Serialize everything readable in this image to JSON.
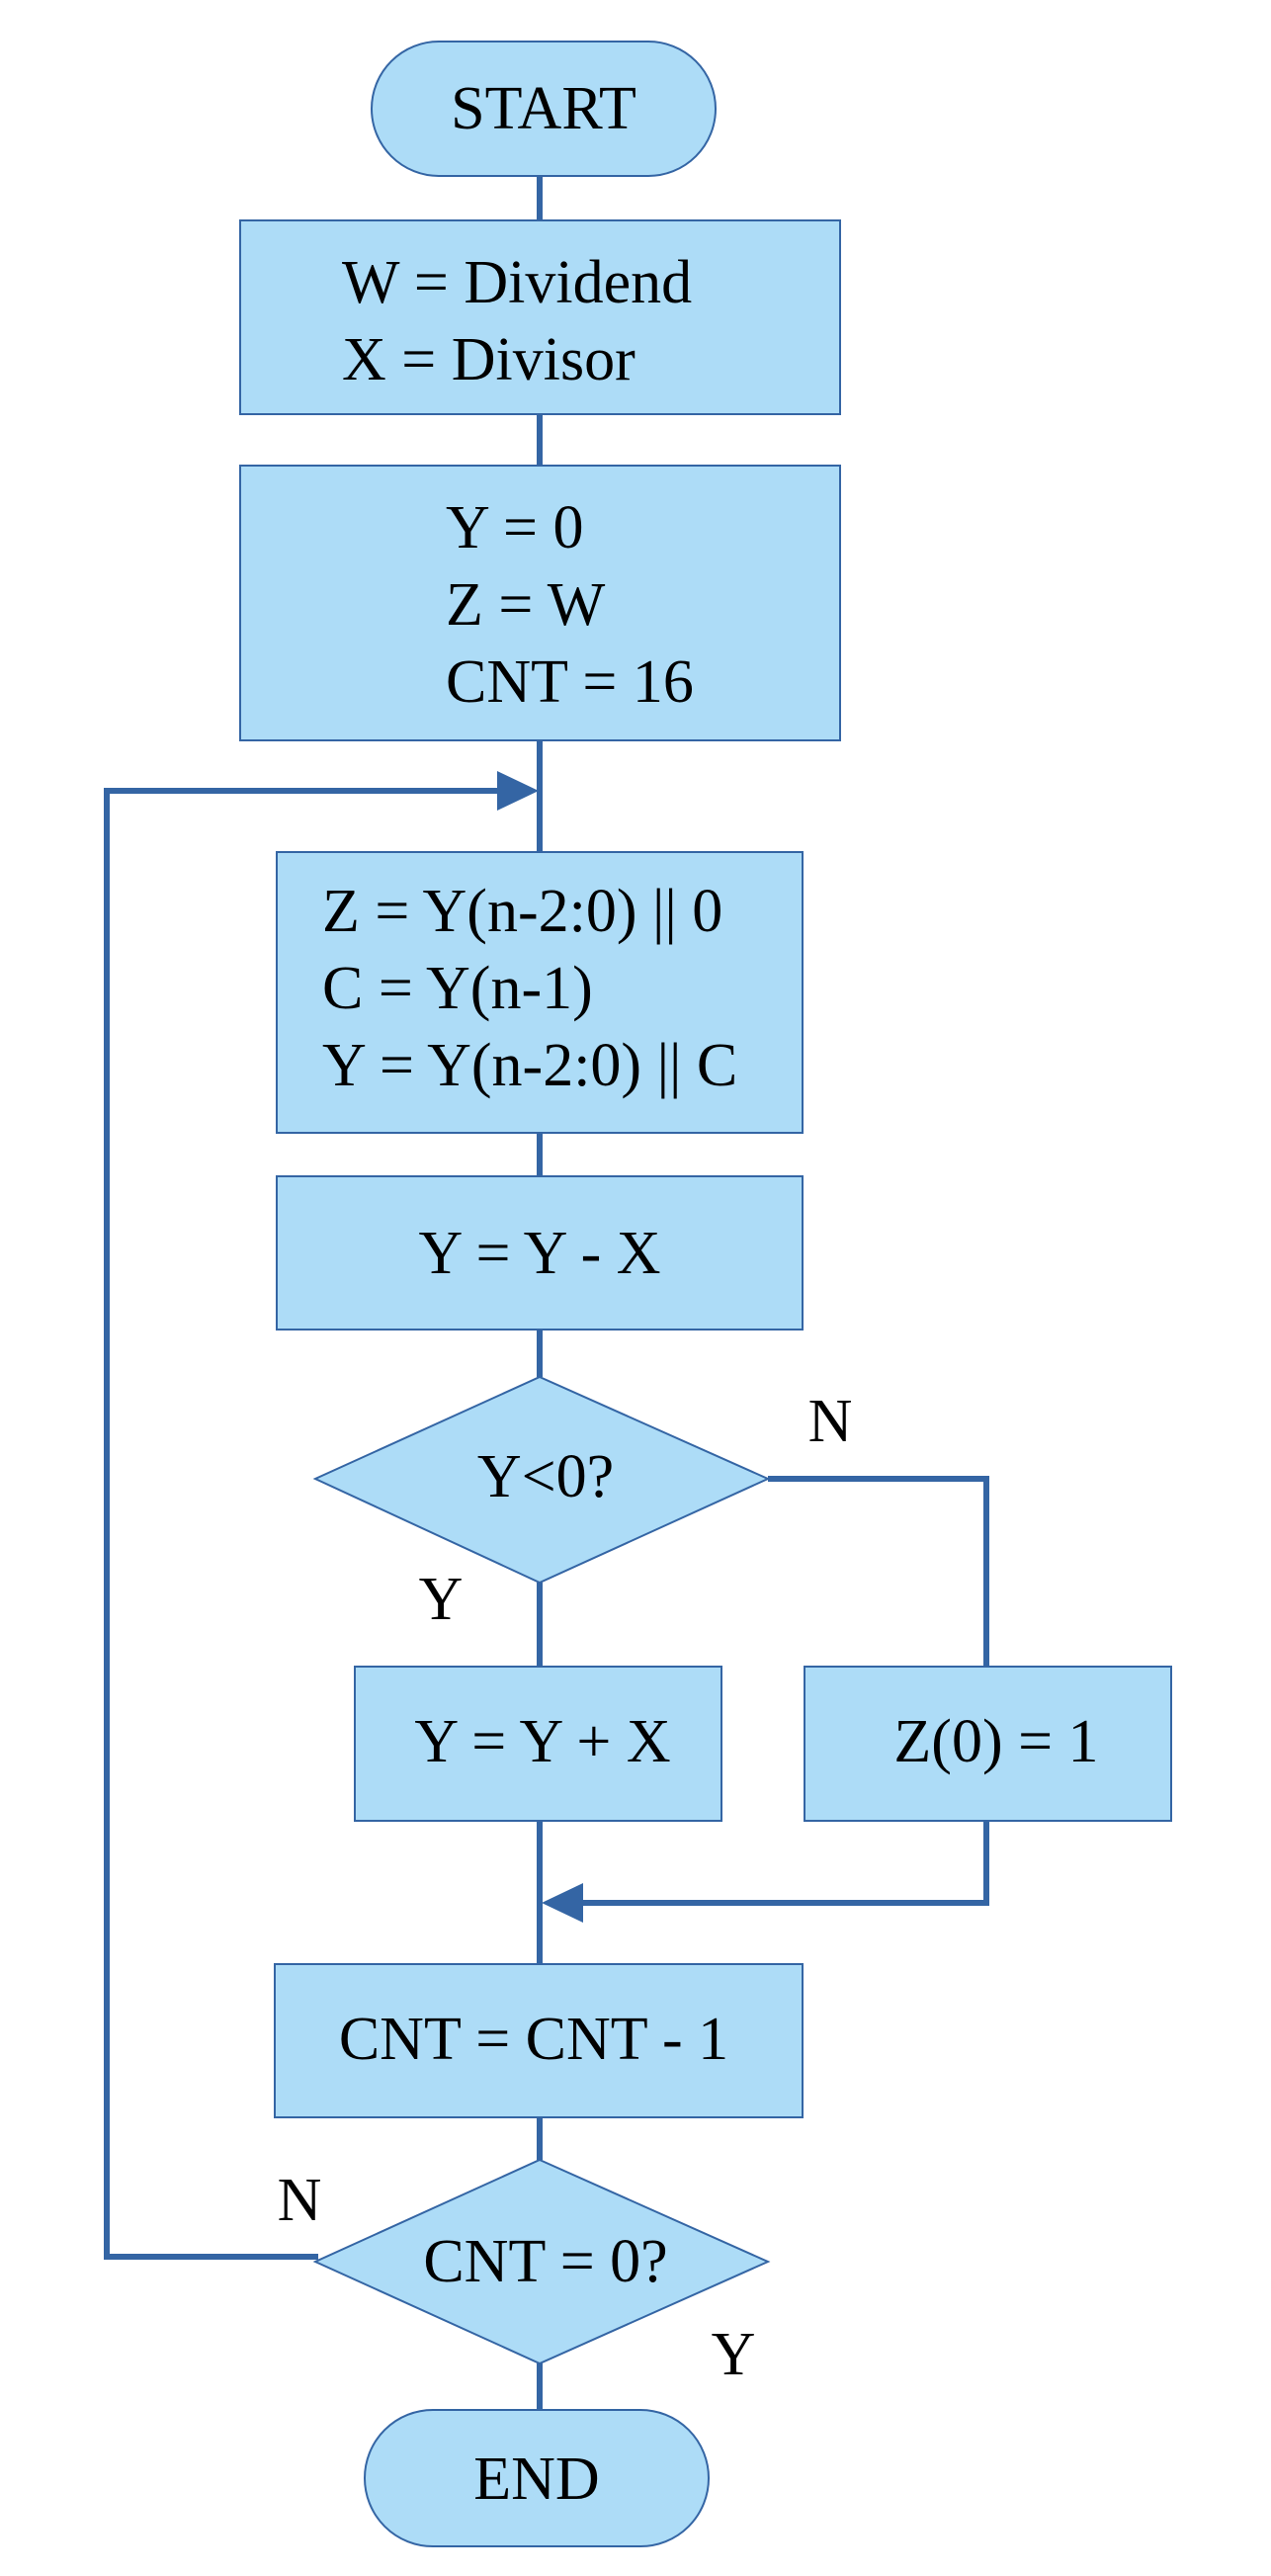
{
  "flowchart": {
    "start": "START",
    "init_inputs": [
      "W = Dividend",
      "X = Divisor"
    ],
    "init_vars": [
      "Y = 0",
      "Z = W",
      "CNT = 16"
    ],
    "shift": [
      "Z = Y(n-2:0) || 0",
      "C = Y(n-1)",
      "Y = Y(n-2:0) || C"
    ],
    "subtract": "Y = Y - X",
    "decision1": "Y<0?",
    "decision1_no": "N",
    "decision1_yes": "Y",
    "restore": "Y = Y + X",
    "set_bit": "Z(0) = 1",
    "decrement": "CNT = CNT - 1",
    "decision2": "CNT = 0?",
    "decision2_no": "N",
    "decision2_yes": "Y",
    "end": "END"
  },
  "colors": {
    "fill": "#ADDCF7",
    "stroke": "#3465A4"
  }
}
